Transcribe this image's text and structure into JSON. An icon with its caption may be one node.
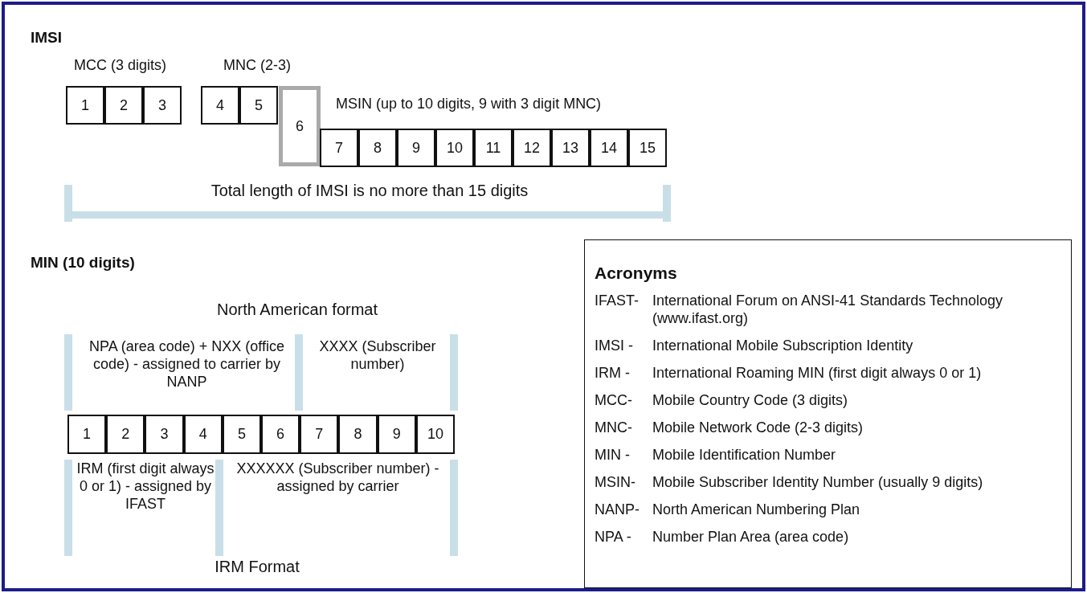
{
  "diagram": {
    "nodes": [
      {
        "text": [
          "1"
        ]
      },
      {
        "text": [
          "2"
        ]
      },
      {
        "text": [
          "3"
        ]
      },
      {
        "text": [
          "4"
        ]
      },
      {
        "text": [
          "5"
        ]
      },
      {
        "text": [
          "6"
        ]
      },
      {
        "text": [
          "7"
        ]
      },
      {
        "text": [
          "8"
        ]
      },
      {
        "text": [
          "9"
        ]
      },
      {
        "text": [
          "10"
        ]
      },
      {
        "text": [
          "11"
        ]
      },
      {
        "text": [
          "12"
        ]
      },
      {
        "text": [
          "13"
        ]
      },
      {
        "text": [
          "14"
        ]
      },
      {
        "text": [
          "15"
        ]
      },
      {
        "text": [
          "1"
        ]
      },
      {
        "text": [
          "2"
        ]
      },
      {
        "text": [
          "3"
        ]
      },
      {
        "text": [
          "4"
        ]
      },
      {
        "text": [
          "5"
        ]
      },
      {
        "text": [
          "6"
        ]
      },
      {
        "text": [
          "7"
        ]
      },
      {
        "text": [
          "8"
        ]
      },
      {
        "text": [
          "9"
        ]
      },
      {
        "text": [
          "10"
        ]
      },
      {
        "text": [
          "Acronyms",
          "IFAST-",
          "International Forum on ANSI-41 Standards Technology (www.ifast.org)",
          "IMSI -",
          "International Mobile Subscription Identity",
          "IRM -",
          "International Roaming MIN (first digit always 0 or 1)",
          "MCC-",
          "Mobile Country Code (3 digits)",
          "MNC-",
          "Mobile Network Code (2-3 digits)",
          "MIN -",
          "Mobile Identification Number",
          "MSIN-",
          "Mobile Subscriber Identity Number (usually 9 digits)",
          "NANP-",
          "North American Numbering Plan",
          "NPA -",
          "Number Plan Area (area code)"
        ]
      }
    ],
    "edges": [],
    "labels": [
      "IMSI",
      "MCC (3 digits)",
      "MNC (2-3)",
      "MSIN (up to 10 digits, 9 with 3 digit MNC)",
      "Total length of IMSI is no more than 15 digits",
      "MIN (10 digits)",
      "North American format",
      "NPA (area code) + NXX (office code) - assigned to carrier by NANP",
      "XXXX (Subscriber number)",
      "IRM (first digit always 0 or 1) - assigned by IFAST",
      "XXXXXX (Subscriber number) - assigned by carrier",
      "IRM Format"
    ]
  }
}
